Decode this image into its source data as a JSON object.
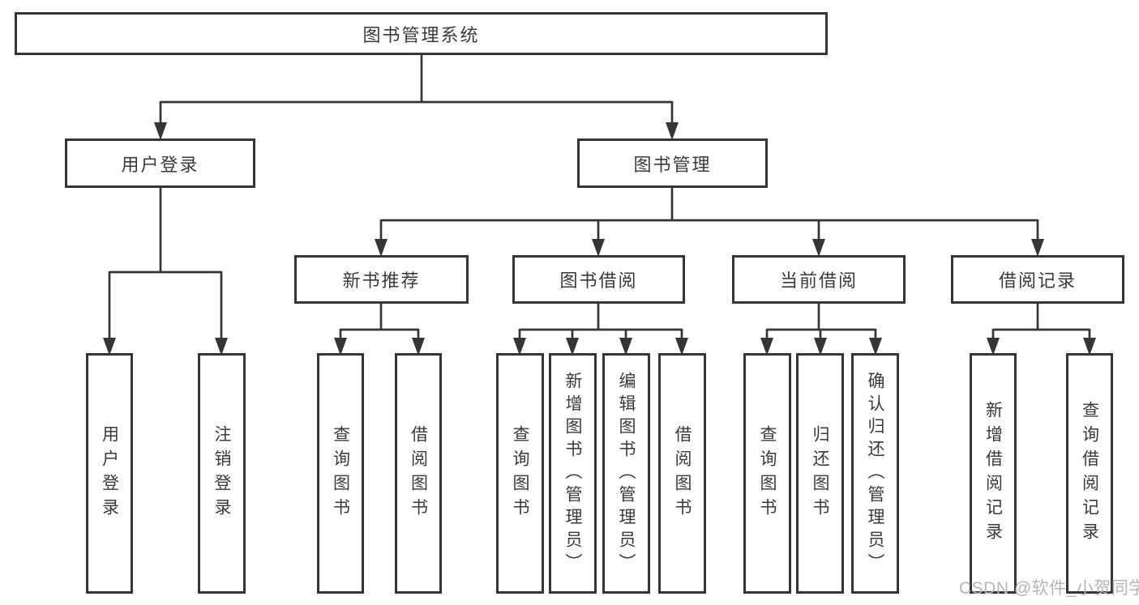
{
  "diagram_title": "图书管理系统",
  "watermark": "CSDN @软件_小贺同学",
  "colors": {
    "line": "#353535",
    "text": "#3a3a3a",
    "bg": "#ffffff",
    "wm": "#b5b5b5"
  },
  "tree": {
    "root": {
      "label": "图书管理系统",
      "children": [
        {
          "label": "用户登录",
          "children": [
            {
              "label": "用户登录"
            },
            {
              "label": "注销登录"
            }
          ]
        },
        {
          "label": "图书管理",
          "children": [
            {
              "label": "新书推荐",
              "children": [
                {
                  "label": "查询图书"
                },
                {
                  "label": "借阅图书"
                }
              ]
            },
            {
              "label": "图书借阅",
              "children": [
                {
                  "label": "查询图书"
                },
                {
                  "label": "新增图书（管理员）"
                },
                {
                  "label": "编辑图书（管理员）"
                },
                {
                  "label": "借阅图书"
                }
              ]
            },
            {
              "label": "当前借阅",
              "children": [
                {
                  "label": "查询图书"
                },
                {
                  "label": "归还图书"
                },
                {
                  "label": "确认归还（管理员）"
                }
              ]
            },
            {
              "label": "借阅记录",
              "children": [
                {
                  "label": "新增借阅记录"
                },
                {
                  "label": "查询借阅记录"
                }
              ]
            }
          ]
        }
      ]
    }
  }
}
